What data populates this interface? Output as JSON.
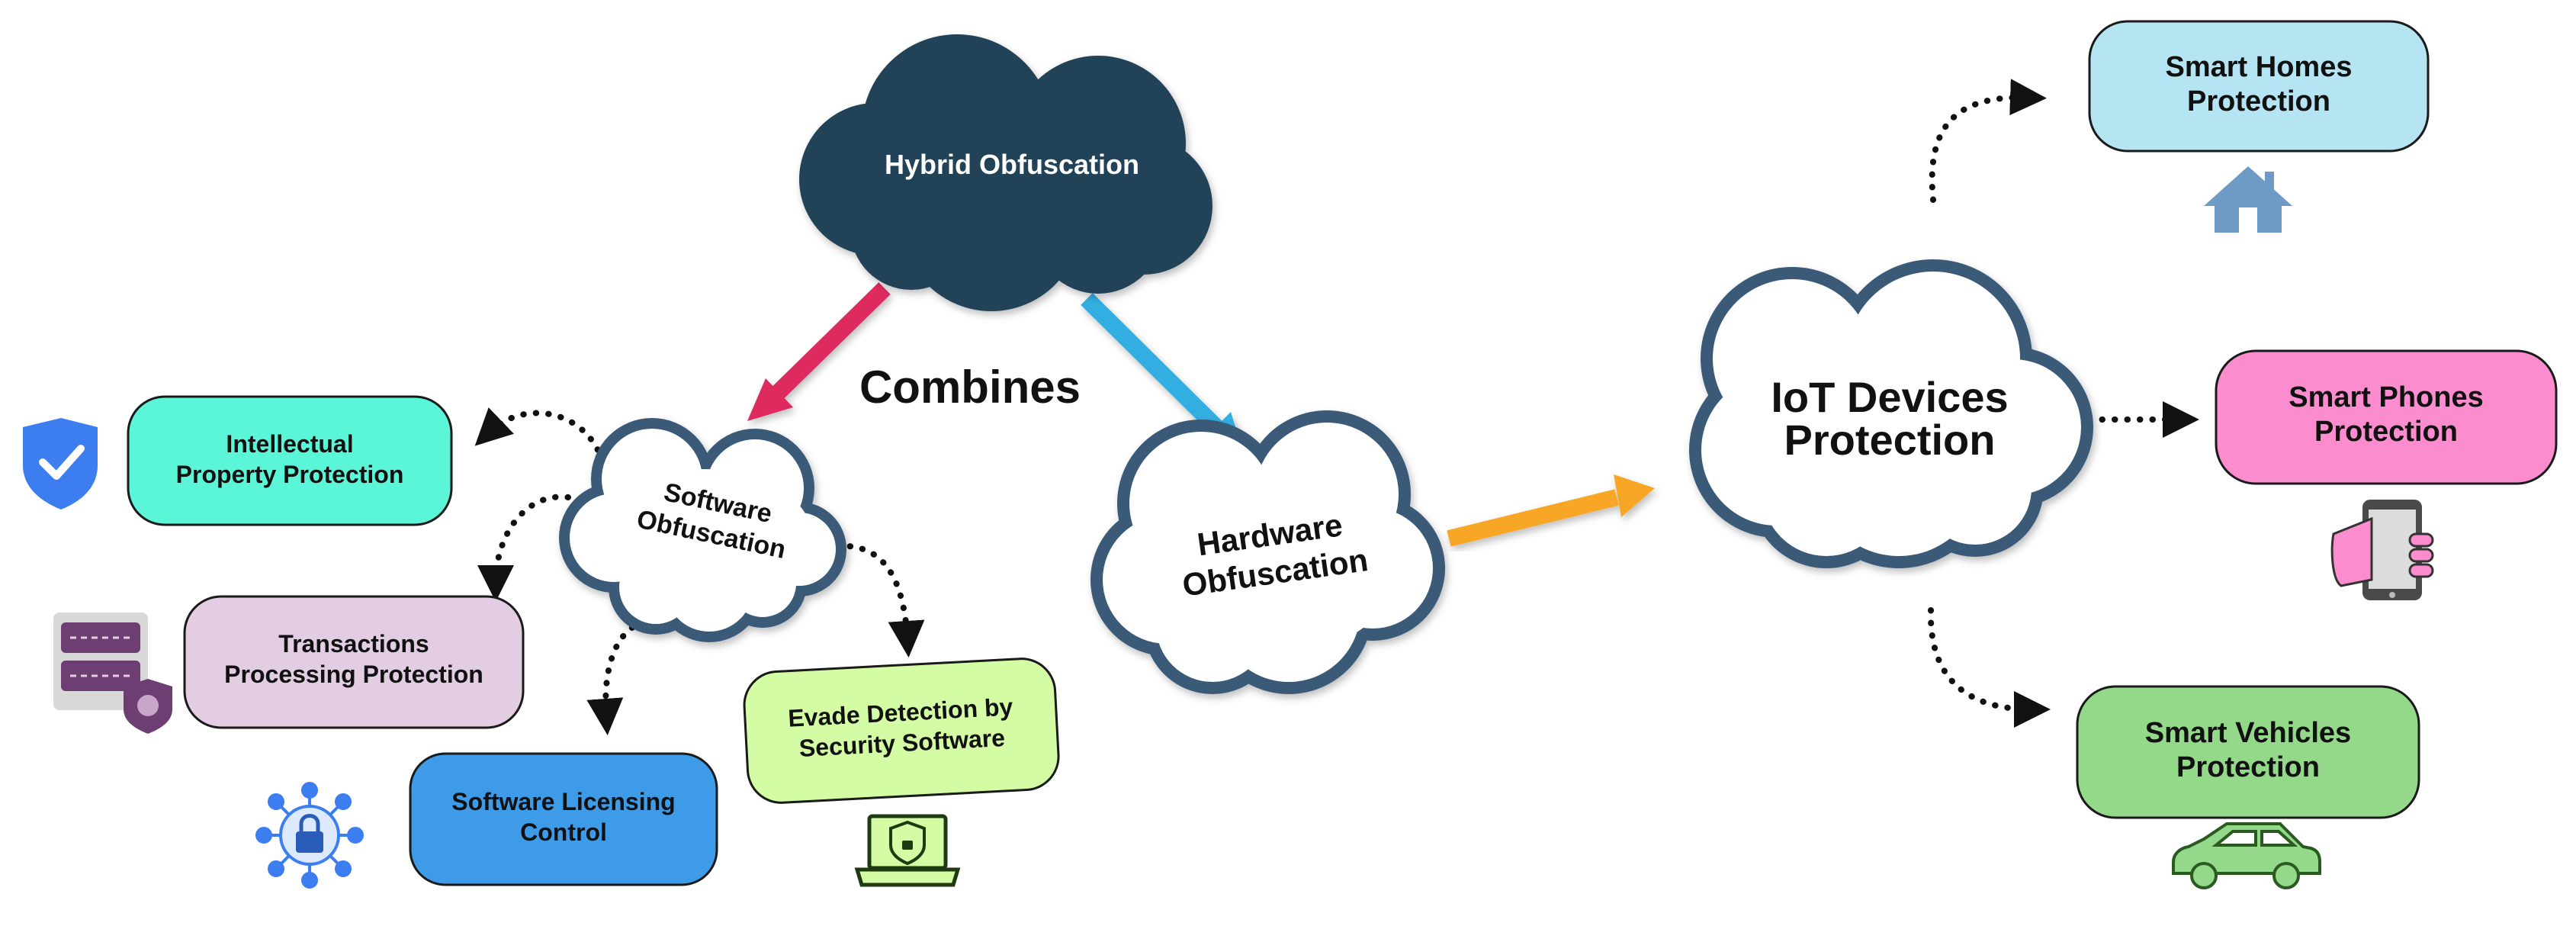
{
  "colors": {
    "dark_cloud": "#214359",
    "cloud_outline": "#3a5a78",
    "arrow_red": "#dd2c5e",
    "arrow_blue": "#33aee0",
    "arrow_orange": "#f7a628",
    "ip_box": "#5bf5d7",
    "transactions_box": "#e3cde3",
    "licensing_box": "#3d9be8",
    "evade_box": "#d3fca4",
    "homes_box": "#b5e4f2",
    "phones_box": "#fb8dcf",
    "vehicles_box": "#94d98a",
    "icon_blue": "#3c7df0",
    "icon_house": "#6e9ac6",
    "icon_purple": "#6d3e72"
  },
  "hybrid": {
    "label": "Hybrid Obfuscation"
  },
  "combines": {
    "label": "Combines"
  },
  "software": {
    "line1": "Software",
    "line2": "Obfuscation"
  },
  "hardware": {
    "line1": "Hardware",
    "line2": "Obfuscation"
  },
  "iot": {
    "line1": "IoT Devices",
    "line2": "Protection"
  },
  "boxes": {
    "ip": {
      "line1": "Intellectual",
      "line2": "Property Protection",
      "icon": "shield-check-icon"
    },
    "transactions": {
      "line1": "Transactions",
      "line2": "Processing Protection",
      "icon": "server-shield-icon"
    },
    "licensing": {
      "line1": "Software Licensing",
      "line2": "Control",
      "icon": "network-lock-icon"
    },
    "evade": {
      "line1": "Evade Detection by",
      "line2": "Security Software",
      "icon": "laptop-shield-icon"
    },
    "homes": {
      "line1": "Smart Homes",
      "line2": "Protection",
      "icon": "house-icon"
    },
    "phones": {
      "line1": "Smart Phones",
      "line2": "Protection",
      "icon": "hand-phone-icon"
    },
    "vehicles": {
      "line1": "Smart Vehicles",
      "line2": "Protection",
      "icon": "car-icon"
    }
  }
}
